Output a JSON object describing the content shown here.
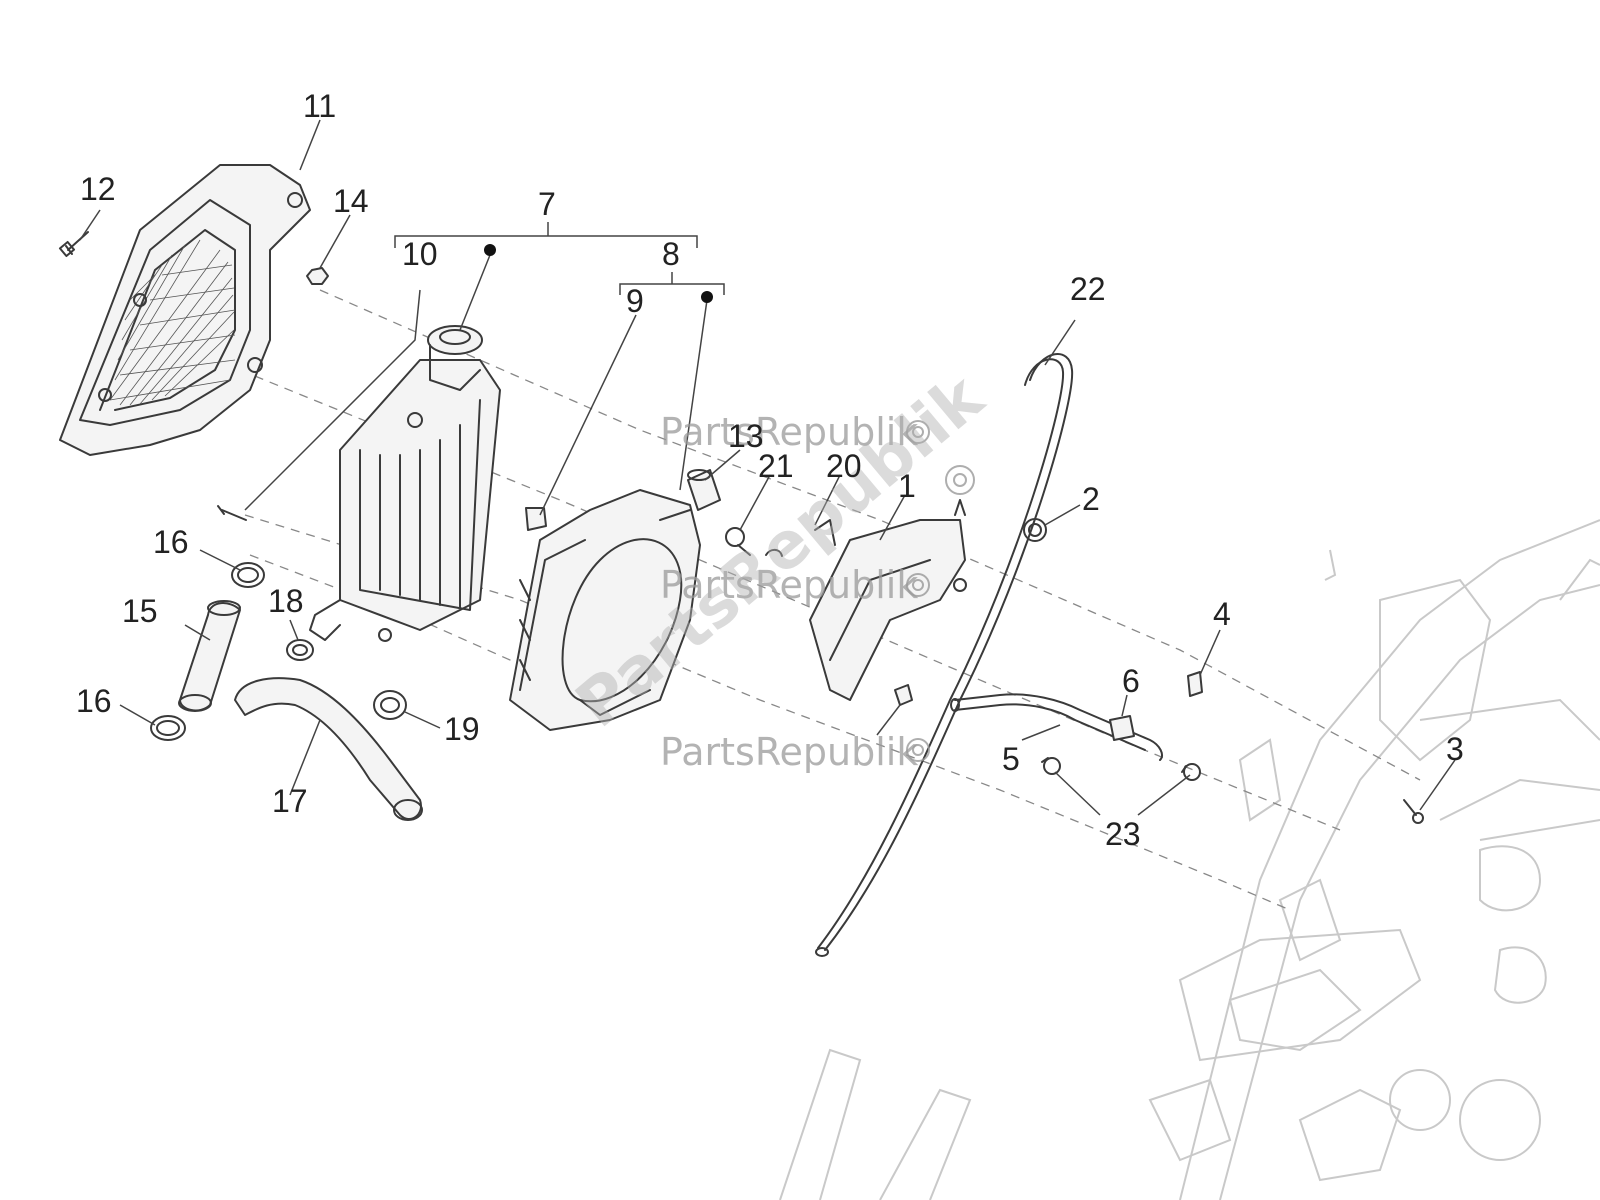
{
  "diagram": {
    "callouts": [
      "1",
      "2",
      "3",
      "4",
      "5",
      "6",
      "7",
      "8",
      "9",
      "10",
      "11",
      "12",
      "13",
      "14",
      "15",
      "16",
      "16",
      "17",
      "18",
      "19",
      "20",
      "21",
      "22",
      "23"
    ],
    "watermarks": [
      "PartsRepublik",
      "PartsRepublik",
      "PartsRepublik"
    ],
    "diagonal_watermark": "PartsRepublik",
    "colors": {
      "line": "#3a3a3a",
      "frame": "#c9c9c9",
      "watermark": "#9a9a9a"
    }
  }
}
